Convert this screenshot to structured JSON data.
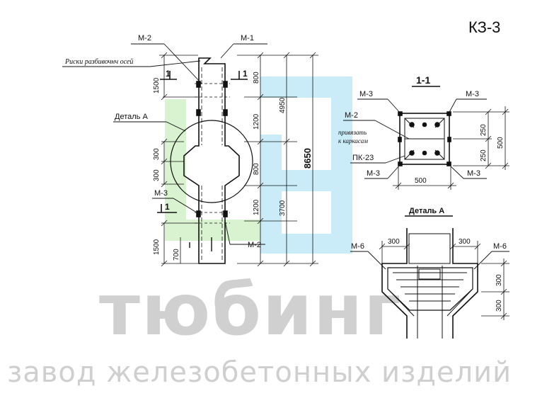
{
  "drawing_code": "КЗ-3",
  "watermark": {
    "brand": "тюбинг",
    "subtitle": "завод железобетонных изделий"
  },
  "colors": {
    "logo_green": "#d9f2cf",
    "logo_blue": "#c9ecf8",
    "line": "#111111",
    "watermark_text": "#d0d0d0"
  },
  "column_view": {
    "markers": [
      "М-2",
      "М-1",
      "М-3",
      "М-2"
    ],
    "risks_label": "Риски разбивочнч осей",
    "detail_label": "Деталь А",
    "section_marks": [
      "1",
      "1",
      "1"
    ],
    "dims_left": [
      "1500",
      "300",
      "300",
      "1500",
      "700"
    ],
    "dims_right": [
      "800",
      "1200",
      "4950",
      "800",
      "1200",
      "3700",
      "8650"
    ]
  },
  "section_view": {
    "title": "1-1",
    "markers": [
      "М-3",
      "М-3",
      "М-2",
      "ПК-23",
      "М-3",
      "М-3"
    ],
    "note_line1": "привязать",
    "note_line2": "к каркасам",
    "dims": [
      "250",
      "250",
      "500",
      "500"
    ]
  },
  "detail_view": {
    "title": "Деталь А",
    "markers": [
      "М-6",
      "М-6"
    ],
    "dims": [
      "300",
      "300",
      "300",
      "300"
    ]
  }
}
